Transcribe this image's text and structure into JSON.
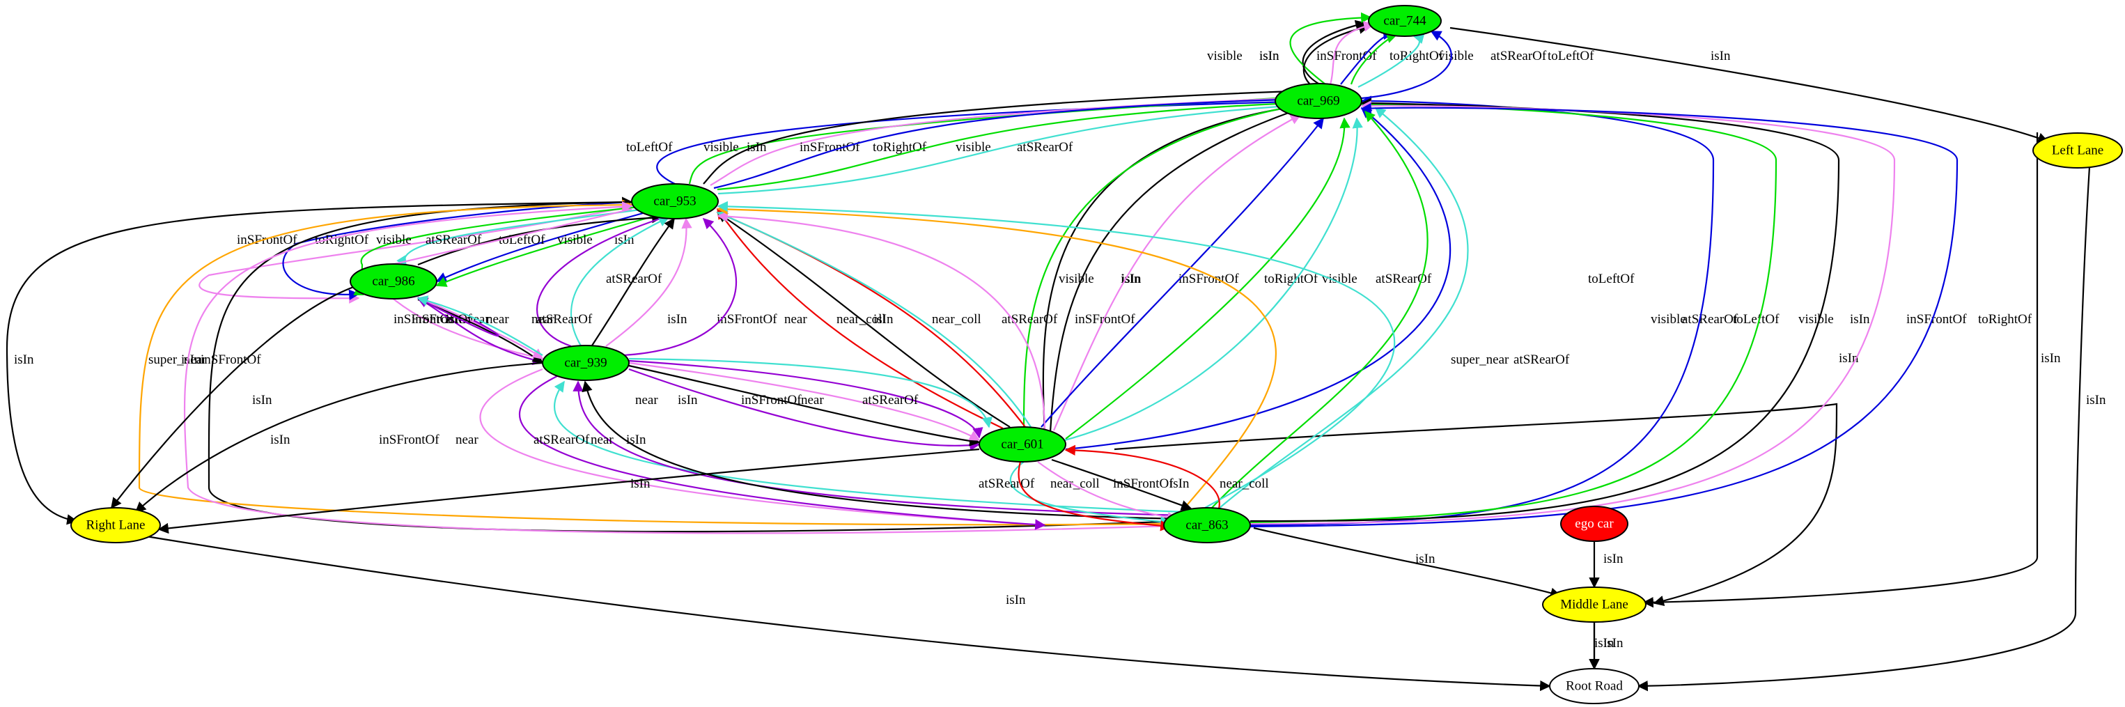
{
  "colors": {
    "isIn": "#000000",
    "visible": "#00dd00",
    "inSFrontOf": "#ee82ee",
    "toRightOf": "#0000dd",
    "toLeftOf": "#0000dd",
    "atSRearOf": "#40e0d0",
    "near": "#9400d3",
    "near_coll": "#ee0000",
    "super_near": "#ffa500",
    "car_fill": "#00ee00",
    "lane_fill": "#ffff00",
    "ego_fill": "#ff0000",
    "road_fill": "#ffffff"
  },
  "nodes": [
    {
      "id": "car_744",
      "label": "car_744",
      "kind": "car"
    },
    {
      "id": "car_969",
      "label": "car_969",
      "kind": "car"
    },
    {
      "id": "car_953",
      "label": "car_953",
      "kind": "car"
    },
    {
      "id": "car_986",
      "label": "car_986",
      "kind": "car"
    },
    {
      "id": "car_939",
      "label": "car_939",
      "kind": "car"
    },
    {
      "id": "car_601",
      "label": "car_601",
      "kind": "car"
    },
    {
      "id": "car_863",
      "label": "car_863",
      "kind": "car"
    },
    {
      "id": "ego_car",
      "label": "ego car",
      "kind": "ego"
    },
    {
      "id": "left_lane",
      "label": "Left Lane",
      "kind": "lane"
    },
    {
      "id": "right_lane",
      "label": "Right Lane",
      "kind": "lane"
    },
    {
      "id": "middle_lane",
      "label": "Middle Lane",
      "kind": "lane"
    },
    {
      "id": "root_road",
      "label": "Root Road",
      "kind": "road"
    }
  ],
  "edges": [
    {
      "label": "isIn",
      "rel": "isIn"
    },
    {
      "label": "isIn",
      "rel": "isIn"
    },
    {
      "label": "isIn",
      "rel": "isIn"
    },
    {
      "label": "isIn",
      "rel": "isIn"
    },
    {
      "label": "isIn",
      "rel": "isIn"
    },
    {
      "label": "isIn",
      "rel": "isIn"
    },
    {
      "label": "visible",
      "rel": "visible"
    },
    {
      "label": "isIn",
      "rel": "isIn"
    },
    {
      "label": "inSFrontOf",
      "rel": "inSFrontOf"
    },
    {
      "label": "toRightOf",
      "rel": "toRightOf"
    },
    {
      "label": "visible",
      "rel": "visible"
    },
    {
      "label": "atSRearOf",
      "rel": "atSRearOf"
    },
    {
      "label": "toLeftOf",
      "rel": "toLeftOf"
    },
    {
      "label": "toLeftOf",
      "rel": "toLeftOf"
    },
    {
      "label": "visible",
      "rel": "visible"
    },
    {
      "label": "isIn",
      "rel": "isIn"
    },
    {
      "label": "inSFrontOf",
      "rel": "inSFrontOf"
    },
    {
      "label": "toRightOf",
      "rel": "toRightOf"
    },
    {
      "label": "visible",
      "rel": "visible"
    },
    {
      "label": "atSRearOf",
      "rel": "atSRearOf"
    },
    {
      "label": "isIn",
      "rel": "isIn"
    },
    {
      "label": "visible",
      "rel": "visible"
    },
    {
      "label": "isIn",
      "rel": "isIn"
    },
    {
      "label": "inSFrontOf",
      "rel": "inSFrontOf"
    },
    {
      "label": "toRightOf",
      "rel": "toRightOf"
    },
    {
      "label": "visible",
      "rel": "visible"
    },
    {
      "label": "atSRearOf",
      "rel": "atSRearOf"
    },
    {
      "label": "toLeftOf",
      "rel": "toLeftOf"
    },
    {
      "label": "visible",
      "rel": "visible"
    },
    {
      "label": "atSRearOf",
      "rel": "atSRearOf"
    },
    {
      "label": "toLeftOf",
      "rel": "toLeftOf"
    },
    {
      "label": "visible",
      "rel": "visible"
    },
    {
      "label": "isIn",
      "rel": "isIn"
    },
    {
      "label": "inSFrontOf",
      "rel": "inSFrontOf"
    },
    {
      "label": "toRightOf",
      "rel": "toRightOf"
    },
    {
      "label": "inSFrontOf",
      "rel": "inSFrontOf"
    },
    {
      "label": "toRightOf",
      "rel": "toRightOf"
    },
    {
      "label": "visible",
      "rel": "visible"
    },
    {
      "label": "atSRearOf",
      "rel": "atSRearOf"
    },
    {
      "label": "toLeftOf",
      "rel": "toLeftOf"
    },
    {
      "label": "visible",
      "rel": "visible"
    },
    {
      "label": "isIn",
      "rel": "isIn"
    },
    {
      "label": "near",
      "rel": "near"
    },
    {
      "label": "atSRearOf",
      "rel": "atSRearOf"
    },
    {
      "label": "isIn",
      "rel": "isIn"
    },
    {
      "label": "inSFrontOf",
      "rel": "inSFrontOf"
    },
    {
      "label": "near",
      "rel": "near"
    },
    {
      "label": "near_coll",
      "rel": "near_coll"
    },
    {
      "label": "isIn",
      "rel": "isIn"
    },
    {
      "label": "near_coll",
      "rel": "near_coll"
    },
    {
      "label": "atSRearOf",
      "rel": "atSRearOf"
    },
    {
      "label": "inSFrontOf",
      "rel": "inSFrontOf"
    },
    {
      "label": "super_near",
      "rel": "super_near"
    },
    {
      "label": "atSRearOf",
      "rel": "atSRearOf"
    },
    {
      "label": "isIn",
      "rel": "isIn"
    },
    {
      "label": "super_near",
      "rel": "super_near"
    },
    {
      "label": "isIn",
      "rel": "isIn"
    },
    {
      "label": "inSFrontOf",
      "rel": "inSFrontOf"
    },
    {
      "label": "inSFrontOf",
      "rel": "inSFrontOf"
    },
    {
      "label": "isIn",
      "rel": "isIn"
    },
    {
      "label": "near",
      "rel": "near"
    },
    {
      "label": "isIn",
      "rel": "isIn"
    },
    {
      "label": "inSFrontOf",
      "rel": "inSFrontOf"
    },
    {
      "label": "near",
      "rel": "near"
    },
    {
      "label": "atSRearOf",
      "rel": "atSRearOf"
    },
    {
      "label": "isIn",
      "rel": "isIn"
    },
    {
      "label": "inSFrontOf",
      "rel": "inSFrontOf"
    },
    {
      "label": "near",
      "rel": "near"
    },
    {
      "label": "atSRearOf",
      "rel": "atSRearOf"
    },
    {
      "label": "near",
      "rel": "near"
    },
    {
      "label": "isIn",
      "rel": "isIn"
    },
    {
      "label": "near",
      "rel": "near"
    },
    {
      "label": "isIn",
      "rel": "isIn"
    },
    {
      "label": "inSFrontOf",
      "rel": "inSFrontOf"
    },
    {
      "label": "near",
      "rel": "near"
    },
    {
      "label": "atSRearOf",
      "rel": "atSRearOf"
    },
    {
      "label": "isIn",
      "rel": "isIn"
    },
    {
      "label": "atSRearOf",
      "rel": "atSRearOf"
    },
    {
      "label": "near_coll",
      "rel": "near_coll"
    },
    {
      "label": "inSFrontOf",
      "rel": "inSFrontOf"
    },
    {
      "label": "isIn",
      "rel": "isIn"
    },
    {
      "label": "near_coll",
      "rel": "near_coll"
    },
    {
      "label": "isIn",
      "rel": "isIn"
    },
    {
      "label": "isIn",
      "rel": "isIn"
    },
    {
      "label": "isIn",
      "rel": "isIn"
    },
    {
      "label": "isIn",
      "rel": "isIn"
    }
  ]
}
